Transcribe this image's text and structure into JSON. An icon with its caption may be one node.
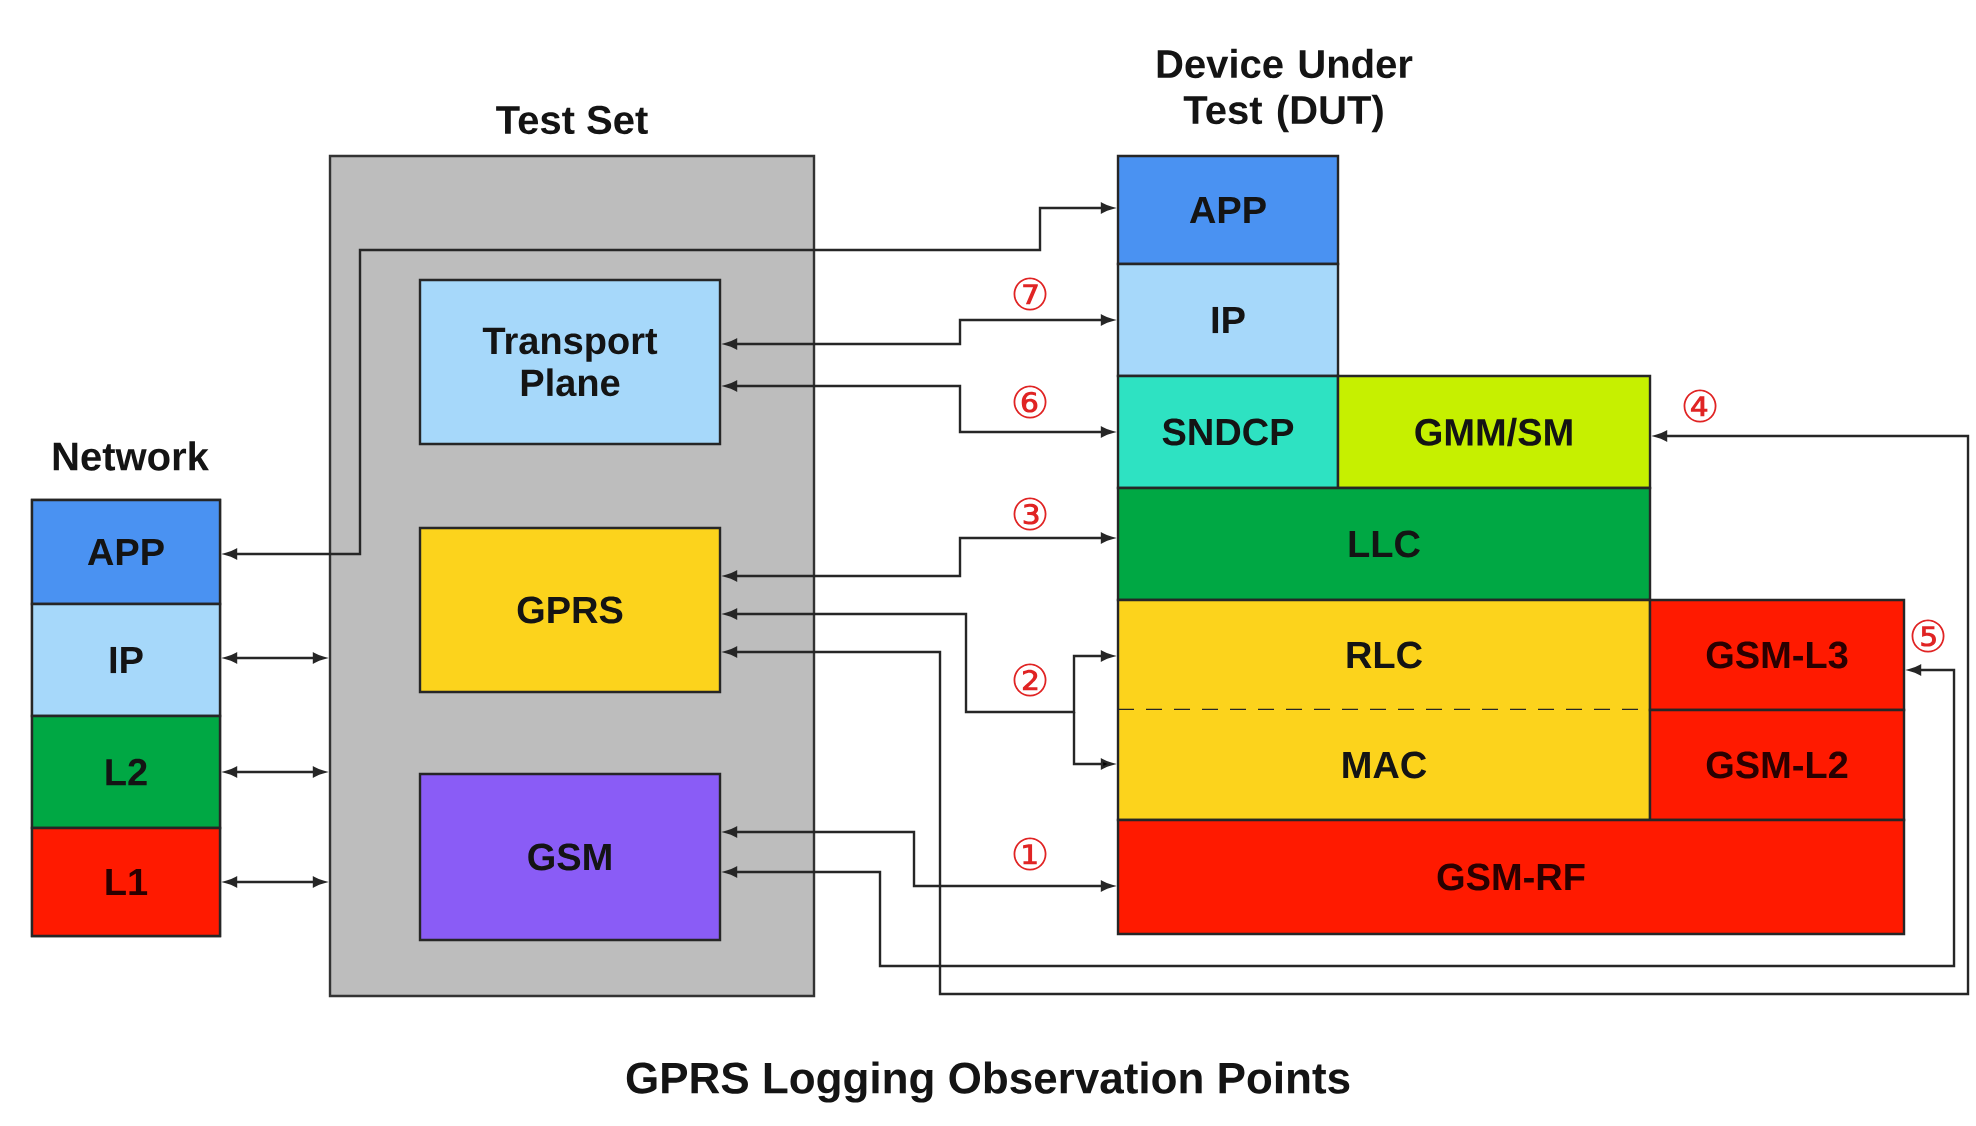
{
  "diagram": {
    "caption": "GPRS Logging Observation Points",
    "nodes": [
      {
        "text": [
          "Test Set"
        ]
      },
      {
        "text": [
          "Transport Plane"
        ],
        "in": 0
      },
      {
        "text": [
          "GPRS"
        ],
        "in": 0
      },
      {
        "text": [
          "GSM"
        ],
        "in": 0
      },
      {
        "text": [
          "Network"
        ]
      },
      {
        "text": [
          "APP"
        ],
        "in": 4
      },
      {
        "text": [
          "IP"
        ],
        "in": 4
      },
      {
        "text": [
          "L2"
        ],
        "in": 4
      },
      {
        "text": [
          "L1"
        ],
        "in": 4
      },
      {
        "text": [
          "APP"
        ],
        "beside": [
          "Device Under Test (DUT)"
        ]
      },
      {
        "text": [
          "IP"
        ]
      },
      {
        "text": [
          "SNDCP"
        ]
      },
      {
        "text": [
          "GMM/SM"
        ]
      },
      {
        "text": [
          "LLC"
        ]
      },
      {
        "text": [
          "RLC"
        ]
      },
      {
        "text": [
          "MAC"
        ]
      },
      {
        "text": [
          "GSM-L3"
        ]
      },
      {
        "text": [
          "GSM-L2"
        ]
      },
      {
        "text": [
          "GSM-RF"
        ]
      }
    ],
    "edges": [
      {
        "from": 5,
        "to": 9,
        "arrow": "both"
      },
      {
        "from": 6,
        "to": 0,
        "arrow": "both"
      },
      {
        "from": 7,
        "to": 0,
        "arrow": "both"
      },
      {
        "from": 8,
        "to": 0,
        "arrow": "both"
      },
      {
        "from": 1,
        "to": 10,
        "arrow": "both"
      },
      {
        "from": 1,
        "to": 11,
        "arrow": "both"
      },
      {
        "from": 2,
        "to": 13,
        "arrow": "both"
      },
      {
        "from": 2,
        "to": 14,
        "arrow": "both"
      },
      {
        "from": 2,
        "to": 15,
        "arrow": "both"
      },
      {
        "from": 2,
        "to": 12,
        "arrow": "both"
      },
      {
        "from": 3,
        "to": 18,
        "arrow": "both"
      },
      {
        "from": 3,
        "to": 16,
        "arrow": "both"
      }
    ],
    "labels": [
      "⑦",
      "⑥",
      "④",
      "③",
      "⑤",
      "②",
      "①"
    ]
  }
}
